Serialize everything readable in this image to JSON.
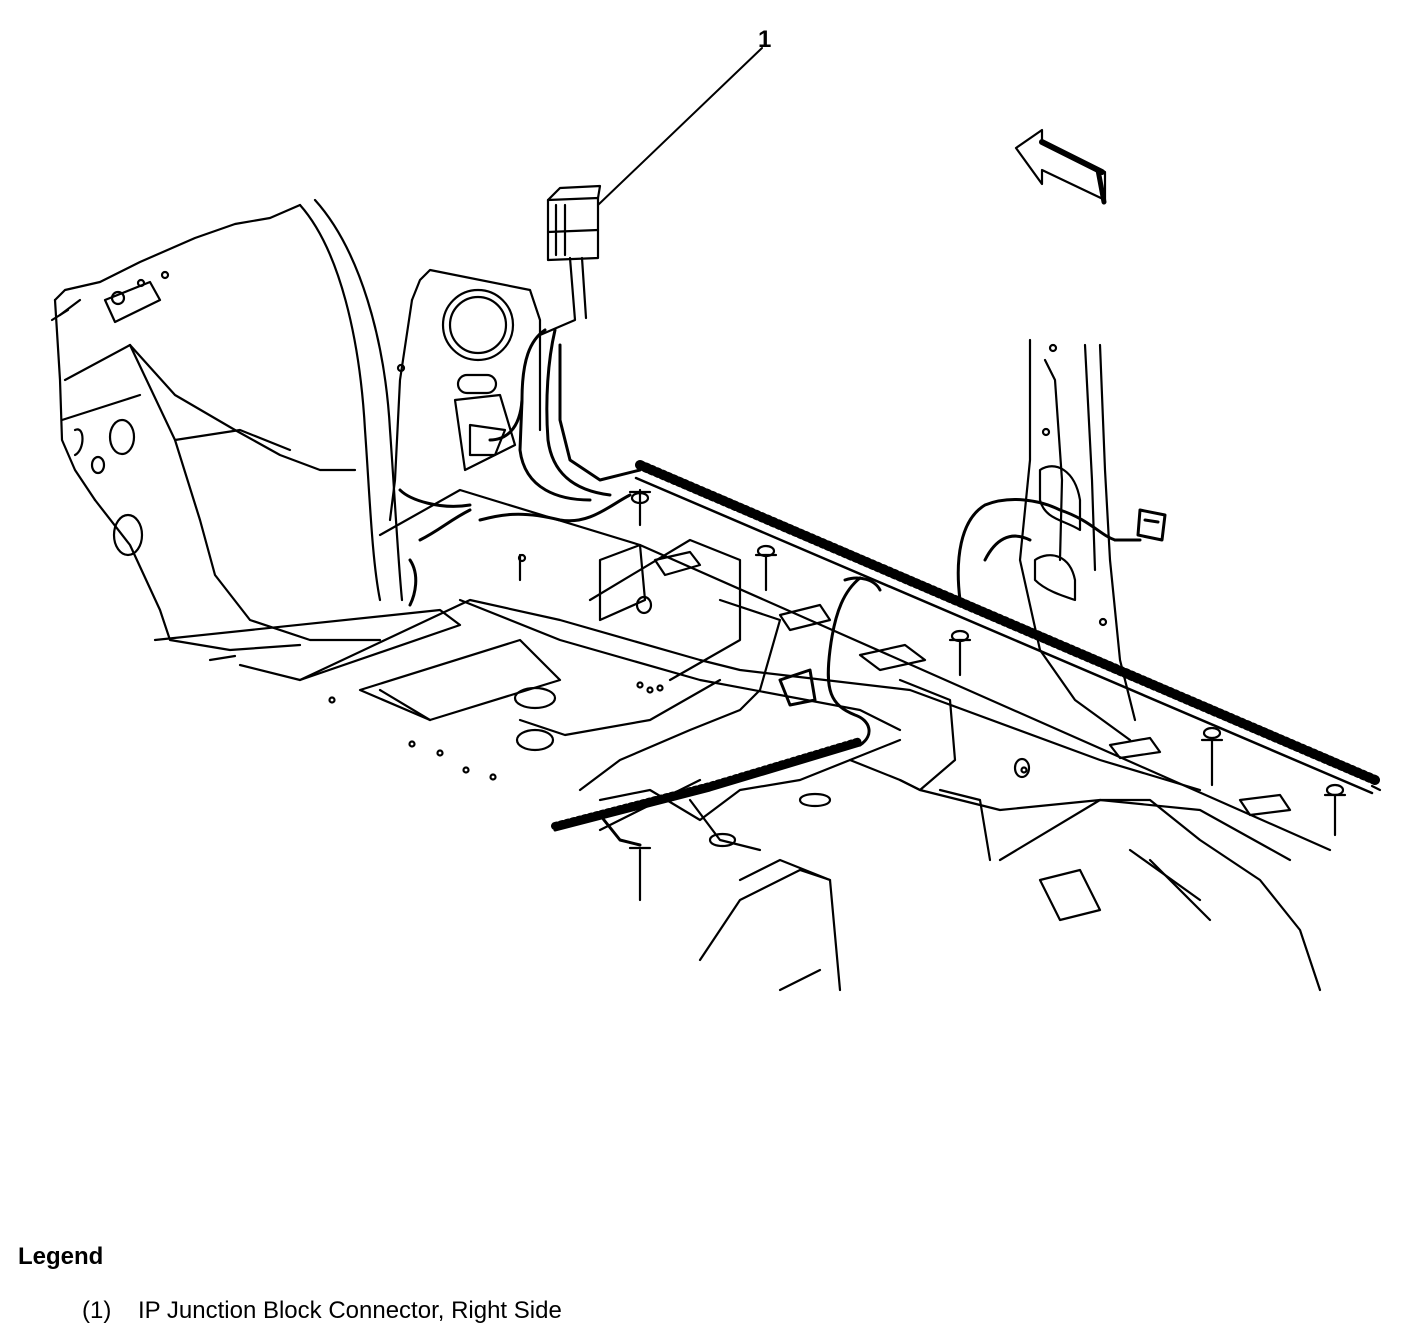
{
  "figure": {
    "callouts": [
      {
        "number": "1"
      }
    ]
  },
  "legend": {
    "title": "Legend",
    "items": [
      {
        "number": "(1)",
        "label": "IP Junction Block Connector, Right Side"
      }
    ]
  }
}
